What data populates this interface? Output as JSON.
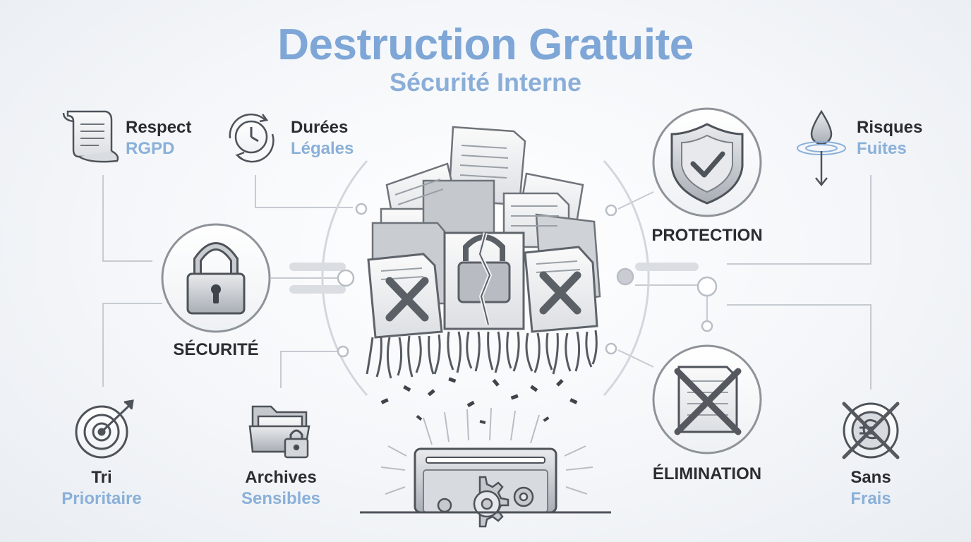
{
  "header": {
    "title": "Destruction Gratuite",
    "subtitle": "Sécurité Interne"
  },
  "items": {
    "respect_rgpd": {
      "line1": "Respect",
      "line2": "RGPD",
      "icon": "scroll-icon"
    },
    "durees_legales": {
      "line1": "Durées",
      "line2": "Légales",
      "icon": "clock-icon"
    },
    "risques_fuites": {
      "line1": "Risques",
      "line2": "Fuites",
      "icon": "water-drop-icon"
    },
    "securite": {
      "label": "SÉCURITÉ",
      "icon": "padlock-icon"
    },
    "protection": {
      "label": "PROTECTION",
      "icon": "shield-check-icon"
    },
    "elimination": {
      "label": "ÉLIMINATION",
      "icon": "crossed-document-icon"
    },
    "tri_prioritaire": {
      "line1": "Tri",
      "line2": "Prioritaire",
      "icon": "target-icon"
    },
    "archives_sensibles": {
      "line1": "Archives",
      "line2": "Sensibles",
      "icon": "locked-folder-icon"
    },
    "sans_frais": {
      "line1": "Sans",
      "line2": "Frais",
      "icon": "crossed-coin-icon"
    }
  },
  "colors": {
    "accent_blue": "#7ea6d6",
    "dark_text": "#2b2d31",
    "line_gray": "#c3c8cf",
    "icon_gray": "#8e9399"
  }
}
